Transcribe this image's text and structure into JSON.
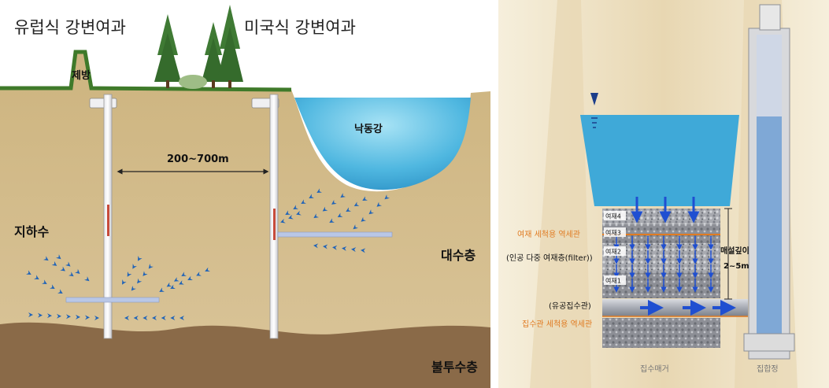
{
  "left": {
    "title_european": "유럽식 강변여과",
    "title_american": "미국식 강변여과",
    "label_levee": "제방",
    "label_river": "낙동강",
    "label_distance": "200~700m",
    "label_groundwater": "지하수",
    "label_aquifer": "대수층",
    "label_impermeable": "불투수층"
  },
  "right": {
    "filter_layers": [
      "여재4",
      "여재3",
      "여재2",
      "여재1"
    ],
    "label_backwash_filter": "여재 세척용 역세관",
    "label_filter_layer": "(인공 다중 여재층(filter))",
    "label_collector_pipe": "(유공집수관)",
    "label_backwash_collector": "집수관 세척용 역세관",
    "label_depth_title": "매설깊이",
    "label_depth_value": "2~5m",
    "label_gallery": "집수매거",
    "label_well": "집합정"
  },
  "colors": {
    "soil": "#d4bb8a",
    "bedrock": "#8a6a48",
    "water": "#3fa9d8",
    "grass": "#3f7a2a",
    "arrow_blue": "#1f63b8",
    "orange": "#e07b22"
  }
}
